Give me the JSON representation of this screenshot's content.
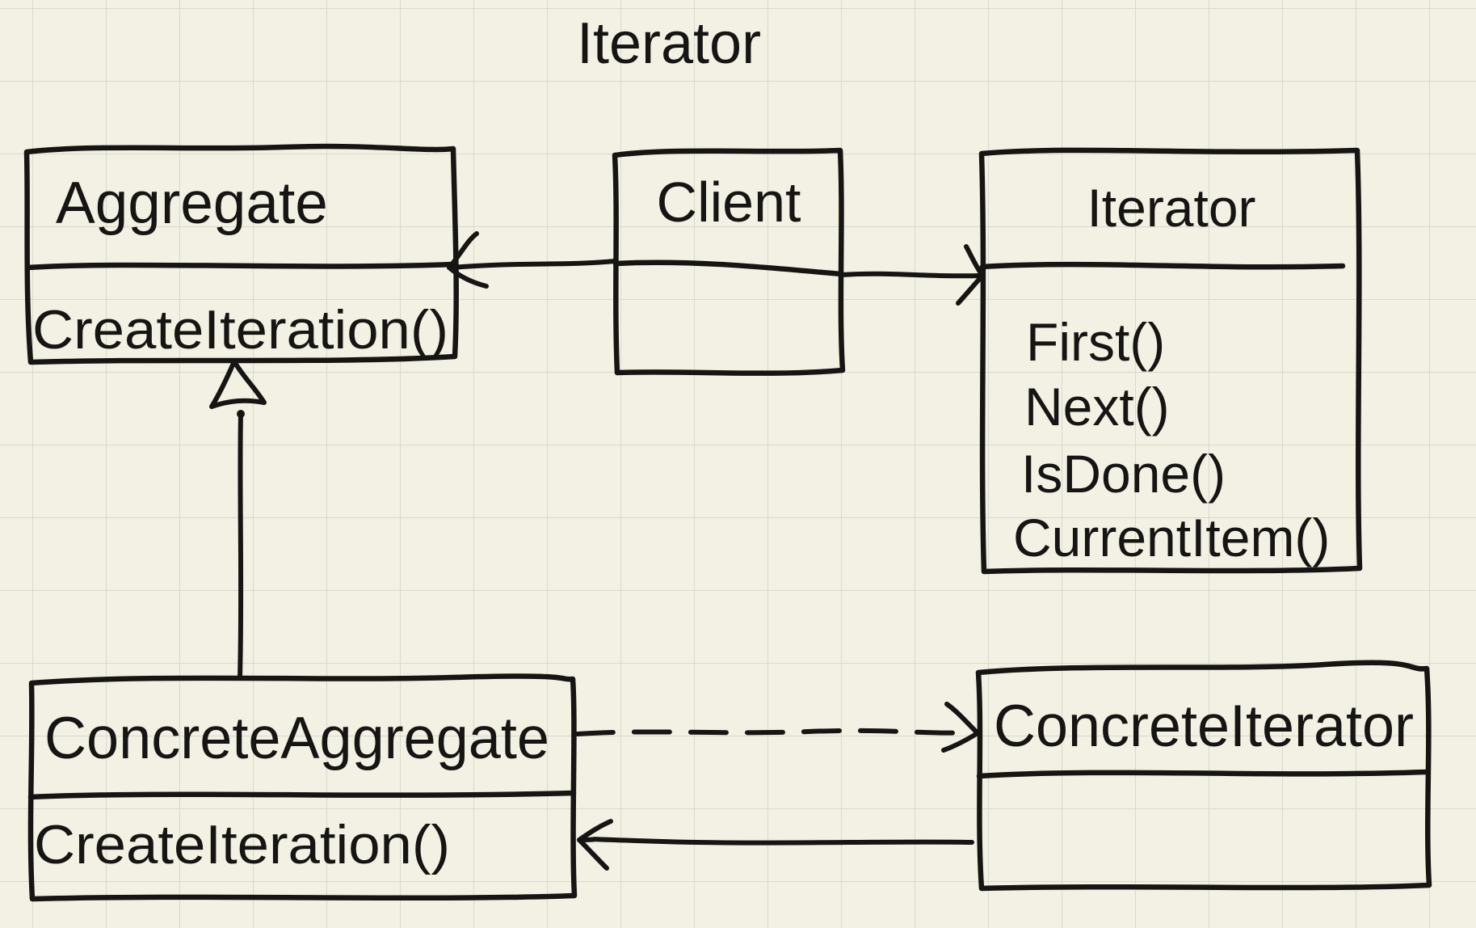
{
  "diagram": {
    "title": "Iterator",
    "classes": [
      {
        "name": "Aggregate",
        "methods": [
          "CreateIteration()"
        ]
      },
      {
        "name": "Client",
        "methods": []
      },
      {
        "name": "Iterator",
        "methods": [
          "First()",
          "Next()",
          "IsDone()",
          "CurrentItem()"
        ]
      },
      {
        "name": "ConcreteAggregate",
        "methods": [
          "CreateIteration()"
        ]
      },
      {
        "name": "ConcreteIterator",
        "methods": []
      }
    ],
    "relations": [
      {
        "from": "Client",
        "to": "Aggregate",
        "type": "association"
      },
      {
        "from": "Client",
        "to": "Iterator",
        "type": "association"
      },
      {
        "from": "ConcreteAggregate",
        "to": "Aggregate",
        "type": "inheritance"
      },
      {
        "from": "ConcreteAggregate",
        "to": "ConcreteIterator",
        "type": "dependency-dashed"
      },
      {
        "from": "ConcreteIterator",
        "to": "ConcreteAggregate",
        "type": "association"
      }
    ]
  },
  "colors": {
    "background": "#f2f1e4",
    "grid": "#d9d8cd",
    "ink": "#161513"
  }
}
